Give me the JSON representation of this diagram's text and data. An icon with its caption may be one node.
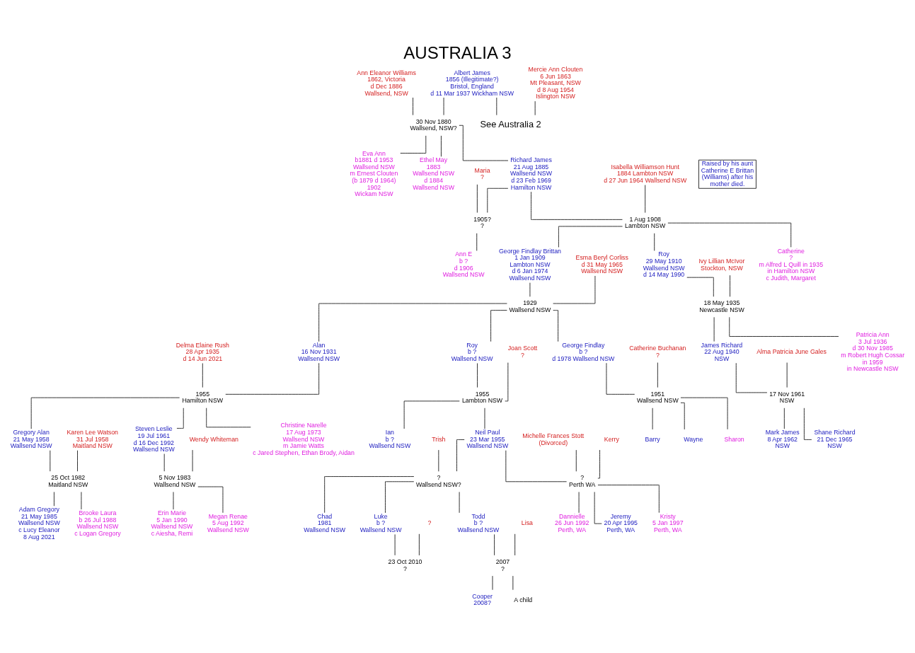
{
  "diagram": {
    "title": "AUSTRALIA 3",
    "nodes": [
      {
        "text": [
          "Ann Eleanor Williams",
          "1862, Victoria",
          "d Dec 1886",
          "Wallsend, NSW"
        ]
      },
      {
        "text": [
          "Albert James",
          "1856 (Illegitimate?)",
          "Bristol, England",
          "d 11 Mar 1937 Wickham NSW"
        ]
      },
      {
        "text": [
          "Mercie Ann Clouten",
          "6 Jun 1863",
          "Mt Pleasant, NSW",
          "d 8 Aug 1954",
          "Islington NSW"
        ]
      },
      {
        "text": [
          "30 Nov 1880",
          "Wallsend, NSW?"
        ]
      },
      {
        "text": [
          "See Australia 2"
        ]
      },
      {
        "text": [
          "Eva Ann",
          "b1881 d 1953",
          "Wallsend NSW",
          "m Ernest Clouten",
          "(b 1879 d 1964)",
          "1902",
          "Wickam NSW"
        ]
      },
      {
        "text": [
          "Ethel May",
          "1883",
          "Wallsend NSW",
          "d 1884",
          "Wallsend NSW"
        ]
      },
      {
        "text": [
          "Richard James",
          "21 Aug 1885",
          "Wallsend NSW",
          "d 23 Feb 1969",
          "Hamilton NSW"
        ]
      },
      {
        "text": [
          "Raised by his aunt Catherine E Brittan (Williams) after his mother died."
        ]
      },
      {
        "text": [
          "Maria",
          "?"
        ]
      },
      {
        "text": [
          "Isabella Williamson Hunt",
          "1884 Lambton NSW",
          "d 27 Jun 1964 Wallsend NSW"
        ]
      },
      {
        "text": [
          "1905?",
          "?"
        ]
      },
      {
        "text": [
          "1 Aug 1908",
          "Lambton NSW"
        ]
      },
      {
        "text": [
          "Ann E",
          "b ?",
          "d 1906",
          "Wallsend NSW"
        ]
      },
      {
        "text": [
          "George Findlay Brittan",
          "1 Jan 1909",
          "Lambton NSW",
          "d 6 Jan 1974",
          "Wallsend NSW"
        ]
      },
      {
        "text": [
          "Roy",
          "29 May 1910",
          "Wallsend NSW",
          "d 14 May 1990"
        ]
      },
      {
        "text": [
          "Catherine",
          "?",
          "m Alfred L Quill in 1935",
          "in Hamilton NSW",
          "c Judith, Margaret"
        ]
      },
      {
        "text": [
          "Esma Beryl Corliss",
          "d 31 May 1965",
          "Wallsend NSW"
        ]
      },
      {
        "text": [
          "Ivy Lillian McIvor",
          "Stockton, NSW"
        ]
      },
      {
        "text": [
          "1929",
          "Wallsend NSW"
        ]
      },
      {
        "text": [
          "18 May 1935",
          "Newcastle NSW"
        ]
      },
      {
        "text": [
          "Delma Elaine Rush",
          "28 Apr 1935",
          "d 14 Jun 2021"
        ]
      },
      {
        "text": [
          "Alan",
          "16 Nov 1931",
          "Wallsend NSW"
        ]
      },
      {
        "text": [
          "Roy",
          "b ?",
          "Wallsend NSW"
        ]
      },
      {
        "text": [
          "Joan Scott",
          "?"
        ]
      },
      {
        "text": [
          "George Findlay",
          "b ?",
          "d 1978 Wallsend NSW"
        ]
      },
      {
        "text": [
          "Catherine Buchanan",
          "?"
        ]
      },
      {
        "text": [
          "James Richard",
          "22 Aug 1940",
          "NSW"
        ]
      },
      {
        "text": [
          "Alma Patricia June Gales"
        ]
      },
      {
        "text": [
          "Patricia Ann",
          "3 Jul 1936",
          "d 30 Nov 1985",
          "m Robert Hugh Cossar",
          "in 1959",
          "in Newcastle NSW"
        ]
      },
      {
        "text": [
          "1955",
          "Hamilton NSW"
        ]
      },
      {
        "text": [
          "1955",
          "Lambton NSW"
        ]
      },
      {
        "text": [
          "1951",
          "Wallsend NSW"
        ]
      },
      {
        "text": [
          "17 Nov 1961",
          "NSW"
        ]
      },
      {
        "text": [
          "Gregory Alan",
          "21 May 1958",
          "Wallsend NSW"
        ]
      },
      {
        "text": [
          "Karen Lee Watson",
          "31 Jul 1958",
          "Maitland NSW"
        ]
      },
      {
        "text": [
          "Steven Leslie",
          "19 Jul 1961",
          "d 16 Dec 1992",
          "Wallsend NSW"
        ]
      },
      {
        "text": [
          "Wendy Whiteman"
        ]
      },
      {
        "text": [
          "Christine Narelle",
          "17 Aug 1973",
          "Wallsend NSW",
          "m Jamie Watts",
          "c Jared Stephen, Ethan Brody, Aidan"
        ]
      },
      {
        "text": [
          "Ian",
          "b ?",
          "Wallsend NSW"
        ]
      },
      {
        "text": [
          "Neil Paul",
          "23 Mar 1955",
          "Wallsend NSW"
        ]
      },
      {
        "text": [
          "Barry"
        ]
      },
      {
        "text": [
          "Wayne"
        ]
      },
      {
        "text": [
          "Sharon"
        ]
      },
      {
        "text": [
          "Mark James",
          "8 Apr 1962",
          "NSW"
        ]
      },
      {
        "text": [
          "Shane Richard",
          "21 Dec 1965",
          "NSW"
        ]
      },
      {
        "text": [
          "Michelle Frances Stott",
          "(Divorced)"
        ]
      },
      {
        "text": [
          "Trish"
        ]
      },
      {
        "text": [
          "Kerry"
        ]
      },
      {
        "text": [
          "25 Oct 1982",
          "Maitland NSW"
        ]
      },
      {
        "text": [
          "5 Nov 1983",
          "Wallsend NSW"
        ]
      },
      {
        "text": [
          "?",
          "Wallsend NSW?"
        ]
      },
      {
        "text": [
          "?",
          "Perth WA"
        ]
      },
      {
        "text": [
          "Dannielle",
          "26 Jun 1992",
          "Perth, WA"
        ]
      },
      {
        "text": [
          "Jeremy",
          "20 Apr 1995",
          "Perth, WA"
        ]
      },
      {
        "text": [
          "Kristy",
          "5 Jan 1997",
          "Perth, WA"
        ]
      },
      {
        "text": [
          "Adam Gregory",
          "21 May 1985",
          "Wallsend NSW",
          "c Lucy Eleanor",
          "8 Aug 2021"
        ]
      },
      {
        "text": [
          "Brooke Laura",
          "b 26 Jul 1988",
          "Wallsend NSW",
          "c Logan Gregory"
        ]
      },
      {
        "text": [
          "Erin Marie",
          "5 Jan 1990",
          "Wallsend NSW",
          "c Aiesha, Remi"
        ]
      },
      {
        "text": [
          "Megan Renae",
          "5 Aug 1992",
          "Wallsend NSW"
        ]
      },
      {
        "text": [
          "Chad",
          "1981",
          "Wallsend NSW"
        ]
      },
      {
        "text": [
          "Luke",
          "b ?",
          "Wallsend NSW"
        ]
      },
      {
        "text": [
          "Todd",
          "b ?",
          "Wallsend NSW"
        ]
      },
      {
        "text": [
          "Lisa"
        ]
      },
      {
        "text": [
          "?"
        ]
      },
      {
        "text": [
          "2007",
          "?"
        ]
      },
      {
        "text": [
          "23 Oct 2010",
          "?"
        ]
      },
      {
        "text": [
          "Cooper",
          "2008?"
        ]
      },
      {
        "text": [
          "A child"
        ]
      }
    ],
    "edges": [
      {
        "from": 0,
        "to": 3,
        "arrow": "none"
      },
      {
        "from": 1,
        "to": 3,
        "arrow": "none"
      },
      {
        "from": 1,
        "to": 4,
        "arrow": "none"
      },
      {
        "from": 2,
        "to": 4,
        "arrow": "none"
      },
      {
        "from": 3,
        "to": 5,
        "arrow": "none"
      },
      {
        "from": 3,
        "to": 6,
        "arrow": "none"
      },
      {
        "from": 3,
        "to": 7,
        "arrow": "none"
      },
      {
        "from": 9,
        "to": 11,
        "arrow": "none"
      },
      {
        "from": 7,
        "to": 11,
        "arrow": "none"
      },
      {
        "from": 7,
        "to": 12,
        "arrow": "none"
      },
      {
        "from": 10,
        "to": 12,
        "arrow": "none"
      },
      {
        "from": 11,
        "to": 13,
        "arrow": "none"
      },
      {
        "from": 12,
        "to": 14,
        "arrow": "none"
      },
      {
        "from": 12,
        "to": 15,
        "arrow": "none"
      },
      {
        "from": 12,
        "to": 16,
        "arrow": "none"
      },
      {
        "from": 14,
        "to": 19,
        "arrow": "none"
      },
      {
        "from": 17,
        "to": 19,
        "arrow": "none"
      },
      {
        "from": 15,
        "to": 20,
        "arrow": "none"
      },
      {
        "from": 18,
        "to": 20,
        "arrow": "none"
      },
      {
        "from": 19,
        "to": 22,
        "arrow": "none"
      },
      {
        "from": 19,
        "to": 23,
        "arrow": "none"
      },
      {
        "from": 19,
        "to": 25,
        "arrow": "none"
      },
      {
        "from": 20,
        "to": 27,
        "arrow": "none"
      },
      {
        "from": 20,
        "to": 29,
        "arrow": "none"
      },
      {
        "from": 21,
        "to": 30,
        "arrow": "none"
      },
      {
        "from": 22,
        "to": 30,
        "arrow": "none"
      },
      {
        "from": 23,
        "to": 31,
        "arrow": "none"
      },
      {
        "from": 24,
        "to": 31,
        "arrow": "none"
      },
      {
        "from": 25,
        "to": 32,
        "arrow": "none"
      },
      {
        "from": 26,
        "to": 32,
        "arrow": "none"
      },
      {
        "from": 27,
        "to": 33,
        "arrow": "none"
      },
      {
        "from": 28,
        "to": 33,
        "arrow": "none"
      },
      {
        "from": 30,
        "to": 34,
        "arrow": "none"
      },
      {
        "from": 30,
        "to": 36,
        "arrow": "none"
      },
      {
        "from": 30,
        "to": 38,
        "arrow": "none"
      },
      {
        "from": 31,
        "to": 39,
        "arrow": "none"
      },
      {
        "from": 31,
        "to": 40,
        "arrow": "none"
      },
      {
        "from": 32,
        "to": 41,
        "arrow": "none"
      },
      {
        "from": 32,
        "to": 42,
        "arrow": "none"
      },
      {
        "from": 32,
        "to": 43,
        "arrow": "none"
      },
      {
        "from": 33,
        "to": 44,
        "arrow": "none"
      },
      {
        "from": 33,
        "to": 45,
        "arrow": "none"
      },
      {
        "from": 34,
        "to": 49,
        "arrow": "none"
      },
      {
        "from": 35,
        "to": 49,
        "arrow": "none"
      },
      {
        "from": 36,
        "to": 50,
        "arrow": "none"
      },
      {
        "from": 37,
        "to": 50,
        "arrow": "none"
      },
      {
        "from": 40,
        "to": 51,
        "arrow": "none"
      },
      {
        "from": 47,
        "to": 51,
        "arrow": "none"
      },
      {
        "from": 40,
        "to": 52,
        "arrow": "none"
      },
      {
        "from": 46,
        "to": 52,
        "arrow": "none"
      },
      {
        "from": 48,
        "to": 52,
        "arrow": "none"
      },
      {
        "from": 49,
        "to": 56,
        "arrow": "none"
      },
      {
        "from": 49,
        "to": 57,
        "arrow": "none"
      },
      {
        "from": 50,
        "to": 58,
        "arrow": "none"
      },
      {
        "from": 50,
        "to": 59,
        "arrow": "none"
      },
      {
        "from": 51,
        "to": 60,
        "arrow": "none"
      },
      {
        "from": 51,
        "to": 61,
        "arrow": "none"
      },
      {
        "from": 51,
        "to": 62,
        "arrow": "none"
      },
      {
        "from": 52,
        "to": 53,
        "arrow": "none"
      },
      {
        "from": 52,
        "to": 54,
        "arrow": "none"
      },
      {
        "from": 52,
        "to": 55,
        "arrow": "none"
      },
      {
        "from": 61,
        "to": 66,
        "arrow": "none"
      },
      {
        "from": 64,
        "to": 66,
        "arrow": "none"
      },
      {
        "from": 62,
        "to": 65,
        "arrow": "none"
      },
      {
        "from": 63,
        "to": 65,
        "arrow": "none"
      },
      {
        "from": 65,
        "to": 67,
        "arrow": "none"
      },
      {
        "from": 65,
        "to": 68,
        "arrow": "none"
      }
    ]
  }
}
